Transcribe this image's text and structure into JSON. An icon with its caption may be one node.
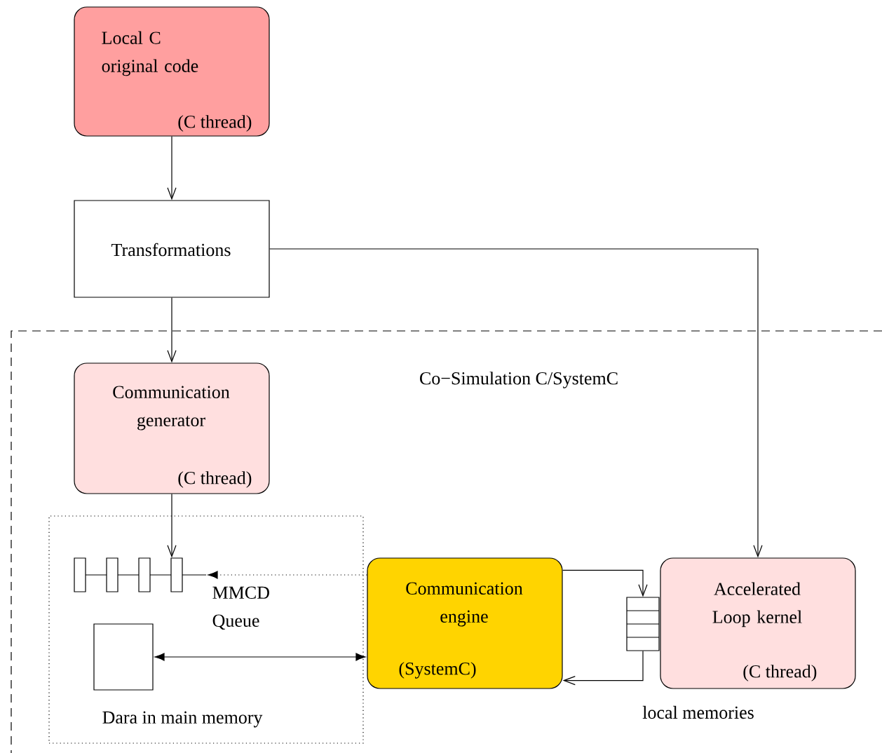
{
  "diagram": {
    "nodes": [
      {
        "text": [
          "Local C original code",
          "(C thread)"
        ]
      },
      {
        "text": [
          "Transformations"
        ]
      },
      {
        "text": [
          "Co−Simulation C/SystemC"
        ]
      },
      {
        "text": [
          "Communication generator",
          "(C thread)"
        ],
        "in": 2
      },
      {
        "text": [
          "Dara in main memory"
        ],
        "in": 2
      },
      {
        "text": [],
        "shape": "bar",
        "beside": [
          "MMCD Queue"
        ],
        "in": 4
      },
      {
        "text": [],
        "shape": "box",
        "in": 4
      },
      {
        "text": [
          "Communication engine",
          "(SystemC)"
        ],
        "in": 2
      },
      {
        "text": [],
        "shape": "box",
        "in": 2
      },
      {
        "text": [
          "Accelerated Loop kernel",
          "(C thread)"
        ],
        "in": 2
      }
    ],
    "edges": [
      {
        "from": 0,
        "to": 1,
        "arrow": "to"
      },
      {
        "from": 1,
        "to": 3,
        "arrow": "to"
      },
      {
        "from": 1,
        "to": 9,
        "arrow": "to"
      },
      {
        "from": 3,
        "to": 5,
        "arrow": "to"
      },
      {
        "from": 7,
        "to": 5,
        "arrow": "to",
        "style": "dashed"
      },
      {
        "from": 6,
        "to": 7,
        "arrow": "both"
      },
      {
        "from": 7,
        "to": 8,
        "arrow": "to"
      },
      {
        "from": 8,
        "to": 7,
        "arrow": "to"
      }
    ],
    "labels": [
      "local memories"
    ]
  }
}
